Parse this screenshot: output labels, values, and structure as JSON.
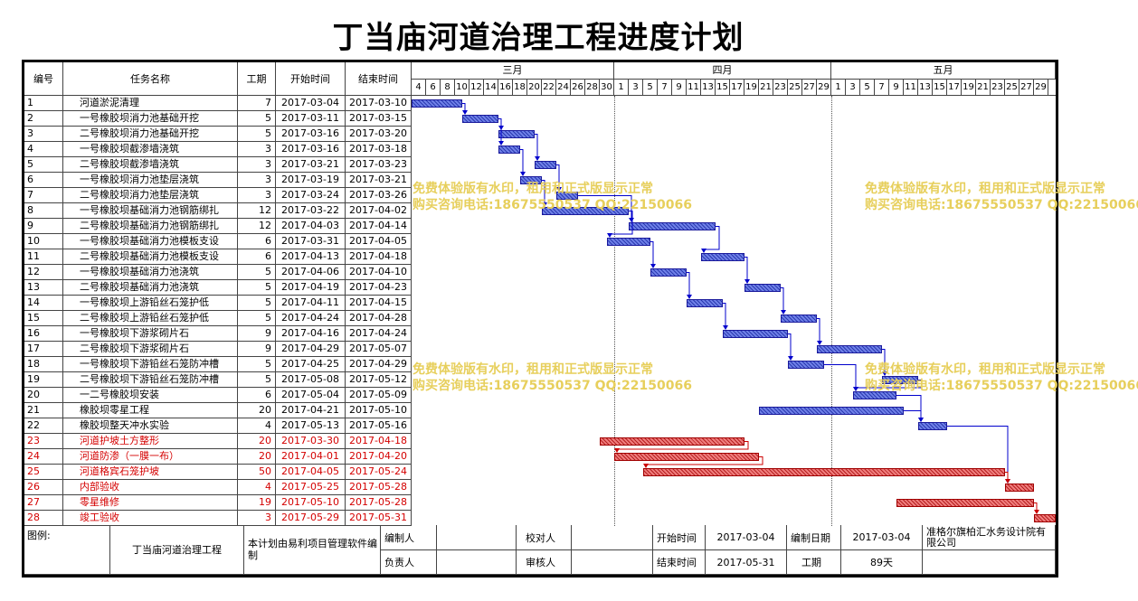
{
  "title": "丁当庙河道治理工程进度计划",
  "headers": {
    "num": "编号",
    "name": "任务名称",
    "dur": "工期",
    "start": "开始时间",
    "end": "结束时间"
  },
  "months": [
    {
      "label": "三月",
      "days": [
        "4",
        "6",
        "8",
        "10",
        "12",
        "14",
        "16",
        "18",
        "20",
        "22",
        "24",
        "26",
        "28",
        "30"
      ]
    },
    {
      "label": "四月",
      "days": [
        "1",
        "3",
        "5",
        "7",
        "9",
        "11",
        "13",
        "15",
        "17",
        "19",
        "21",
        "23",
        "25",
        "27",
        "29"
      ]
    },
    {
      "label": "五月",
      "days": [
        "1",
        "3",
        "5",
        "7",
        "9",
        "11",
        "13",
        "15",
        "17",
        "19",
        "21",
        "23",
        "25",
        "27",
        "29"
      ]
    }
  ],
  "tasks": [
    {
      "num": "1",
      "name": "河道淤泥清理",
      "dur": "7",
      "start": "2017-03-04",
      "end": "2017-03-10",
      "critical": false
    },
    {
      "num": "2",
      "name": "一号橡胶坝消力池基础开挖",
      "dur": "5",
      "start": "2017-03-11",
      "end": "2017-03-15",
      "critical": false
    },
    {
      "num": "3",
      "name": "二号橡胶坝消力池基础开挖",
      "dur": "5",
      "start": "2017-03-16",
      "end": "2017-03-20",
      "critical": false
    },
    {
      "num": "4",
      "name": "一号橡胶坝截渗墙浇筑",
      "dur": "3",
      "start": "2017-03-16",
      "end": "2017-03-18",
      "critical": false
    },
    {
      "num": "5",
      "name": "二号橡胶坝截渗墙浇筑",
      "dur": "3",
      "start": "2017-03-21",
      "end": "2017-03-23",
      "critical": false
    },
    {
      "num": "6",
      "name": "一号橡胶坝消力池垫层浇筑",
      "dur": "3",
      "start": "2017-03-19",
      "end": "2017-03-21",
      "critical": false
    },
    {
      "num": "7",
      "name": "二号橡胶坝消力池垫层浇筑",
      "dur": "3",
      "start": "2017-03-24",
      "end": "2017-03-26",
      "critical": false
    },
    {
      "num": "8",
      "name": "一号橡胶坝基础消力池钢筋绑扎",
      "dur": "12",
      "start": "2017-03-22",
      "end": "2017-04-02",
      "critical": false
    },
    {
      "num": "9",
      "name": "二号橡胶坝基础消力池钢筋绑扎",
      "dur": "12",
      "start": "2017-04-03",
      "end": "2017-04-14",
      "critical": false
    },
    {
      "num": "10",
      "name": "一号橡胶坝基础消力池模板支设",
      "dur": "6",
      "start": "2017-03-31",
      "end": "2017-04-05",
      "critical": false
    },
    {
      "num": "11",
      "name": "二号橡胶坝基础消力池模板支设",
      "dur": "6",
      "start": "2017-04-13",
      "end": "2017-04-18",
      "critical": false
    },
    {
      "num": "12",
      "name": "一号橡胶坝基础消力池浇筑",
      "dur": "5",
      "start": "2017-04-06",
      "end": "2017-04-10",
      "critical": false
    },
    {
      "num": "13",
      "name": "二号橡胶坝基础消力池浇筑",
      "dur": "5",
      "start": "2017-04-19",
      "end": "2017-04-23",
      "critical": false
    },
    {
      "num": "14",
      "name": "一号橡胶坝上游铅丝石笼护低",
      "dur": "5",
      "start": "2017-04-11",
      "end": "2017-04-15",
      "critical": false
    },
    {
      "num": "15",
      "name": "二号橡胶坝上游铅丝石笼护低",
      "dur": "5",
      "start": "2017-04-24",
      "end": "2017-04-28",
      "critical": false
    },
    {
      "num": "16",
      "name": "一号橡胶坝下游浆砌片石",
      "dur": "9",
      "start": "2017-04-16",
      "end": "2017-04-24",
      "critical": false
    },
    {
      "num": "17",
      "name": "二号橡胶坝下游浆砌片石",
      "dur": "9",
      "start": "2017-04-29",
      "end": "2017-05-07",
      "critical": false
    },
    {
      "num": "18",
      "name": "一号橡胶坝下游铅丝石笼防冲槽",
      "dur": "5",
      "start": "2017-04-25",
      "end": "2017-04-29",
      "critical": false
    },
    {
      "num": "19",
      "name": "二号橡胶坝下游铅丝石笼防冲槽",
      "dur": "5",
      "start": "2017-05-08",
      "end": "2017-05-12",
      "critical": false
    },
    {
      "num": "20",
      "name": "一二号橡胶坝安装",
      "dur": "6",
      "start": "2017-05-04",
      "end": "2017-05-09",
      "critical": false
    },
    {
      "num": "21",
      "name": "橡胶坝零星工程",
      "dur": "20",
      "start": "2017-04-21",
      "end": "2017-05-10",
      "critical": false
    },
    {
      "num": "22",
      "name": "橡胶坝整天冲水实验",
      "dur": "4",
      "start": "2017-05-13",
      "end": "2017-05-16",
      "critical": false
    },
    {
      "num": "23",
      "name": "河道护坡土方整形",
      "dur": "20",
      "start": "2017-03-30",
      "end": "2017-04-18",
      "critical": true
    },
    {
      "num": "24",
      "name": "河道防渗（一膜一布）",
      "dur": "20",
      "start": "2017-04-01",
      "end": "2017-04-20",
      "critical": true
    },
    {
      "num": "25",
      "name": "河道格宾石笼护坡",
      "dur": "50",
      "start": "2017-04-05",
      "end": "2017-05-24",
      "critical": true
    },
    {
      "num": "26",
      "name": "内部验收",
      "dur": "4",
      "start": "2017-05-25",
      "end": "2017-05-28",
      "critical": true
    },
    {
      "num": "27",
      "name": "零星维修",
      "dur": "19",
      "start": "2017-05-10",
      "end": "2017-05-28",
      "critical": true
    },
    {
      "num": "28",
      "name": "竣工验收",
      "dur": "3",
      "start": "2017-05-29",
      "end": "2017-05-31",
      "critical": true
    }
  ],
  "links": [
    [
      1,
      2
    ],
    [
      2,
      3
    ],
    [
      2,
      4
    ],
    [
      3,
      5
    ],
    [
      4,
      6
    ],
    [
      5,
      7
    ],
    [
      6,
      8
    ],
    [
      7,
      9
    ],
    [
      8,
      10
    ],
    [
      9,
      11
    ],
    [
      10,
      12
    ],
    [
      11,
      13
    ],
    [
      12,
      14
    ],
    [
      13,
      15
    ],
    [
      14,
      16
    ],
    [
      15,
      17
    ],
    [
      16,
      18
    ],
    [
      17,
      19
    ],
    [
      18,
      20
    ],
    [
      19,
      20
    ],
    [
      20,
      22
    ],
    [
      21,
      22
    ],
    [
      22,
      26
    ],
    [
      23,
      24
    ],
    [
      24,
      25
    ],
    [
      25,
      26
    ],
    [
      27,
      28
    ]
  ],
  "watermark": {
    "line1": "免费体验版有水印，租用和正式版显示正常",
    "line2": "购买咨询电话:18675550537 QQ:22150066"
  },
  "footer": {
    "legend": "图例:",
    "project": "丁当庙河道治理工程",
    "software": "本计划由易利项目管理软件编制",
    "prepared_by": "编制人",
    "checked_by": "校对人",
    "start_label": "开始时间",
    "start_value": "2017-03-04",
    "date_label": "编制日期",
    "date_value": "2017-03-04",
    "company": "准格尔旗柏汇水务设计院有限公司",
    "responsible": "负责人",
    "reviewer": "审核人",
    "end_label": "结束时间",
    "end_value": "2017-05-31",
    "dur_label": "工期",
    "dur_value": "89天"
  },
  "colors": {
    "bar": "#3f52c8",
    "critical_bar": "#d94b4b",
    "critical_text": "#d40000",
    "link": "#0000cc",
    "critical_link": "#cc0000"
  }
}
